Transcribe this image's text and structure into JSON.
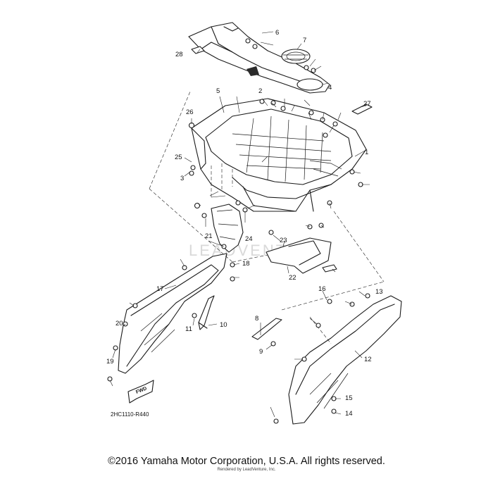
{
  "diagram": {
    "drawing_code": "2HC1110-R440",
    "fwd_label": "FWD",
    "watermark": "LEADVENTURE",
    "callouts": [
      "1",
      "2",
      "3",
      "4",
      "5",
      "6",
      "7",
      "8",
      "9",
      "10",
      "11",
      "12",
      "13",
      "14",
      "15",
      "16",
      "17",
      "18",
      "19",
      "20",
      "21",
      "22",
      "23",
      "24",
      "25",
      "26",
      "27",
      "28"
    ]
  },
  "footer": {
    "copyright": "©2016 Yamaha Motor Corporation, U.S.A. All rights reserved.",
    "rendered_by": "Rendered by LeadVenture, Inc."
  }
}
